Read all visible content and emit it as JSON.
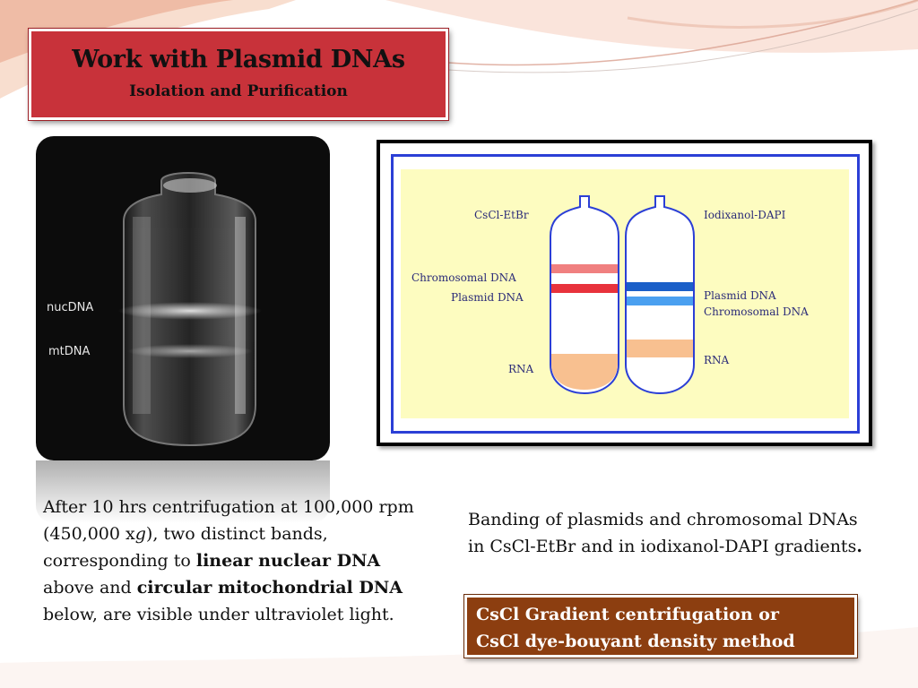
{
  "title": {
    "main": "Work with Plasmid DNAs",
    "sub": "Isolation and Purification"
  },
  "photo": {
    "label_nuc": "nucDNA",
    "label_mt": "mtDNA"
  },
  "diagram": {
    "label_cscl": "CsCl-EtBr",
    "label_iodixanol": "Iodixanol-DAPI",
    "left_chromosomal": "Chromosomal DNA",
    "left_plasmid": "Plasmid DNA",
    "left_rna": "RNA",
    "right_plasmid": "Plasmid DNA",
    "right_chromosomal": "Chromosomal DNA",
    "right_rna": "RNA"
  },
  "caption_left": {
    "t1": "After 10 hrs centrifugation at 100,000 rpm (450,000 x",
    "t1_italic": "g",
    "t2": "), two distinct bands, corresponding to ",
    "b1": "linear nuclear DNA",
    "t3": " above and ",
    "b2": "circular mitochondrial DNA",
    "t4": " below, are visible under ultraviolet light."
  },
  "caption_right": {
    "text": "Banding of plasmids and chromosomal DNAs in CsCl-EtBr and in iodixanol-DAPI gradients",
    "period": "."
  },
  "method_box": {
    "line1": "CsCl Gradient centrifugation or",
    "line2": "CsCl dye-bouyant density method"
  },
  "colors": {
    "title_bg": "#c8323a",
    "method_bg": "#8c3e10",
    "diagram_bg": "#fdfcc0",
    "tube_outline": "#2b3fd6",
    "band_chromosomal_left": "#f08080",
    "band_plasmid_left": "#e8323c",
    "band_plasmid_right": "#1a5fc8",
    "band_chromosomal_right": "#4aa0f0",
    "band_rna": "#f8c090"
  }
}
